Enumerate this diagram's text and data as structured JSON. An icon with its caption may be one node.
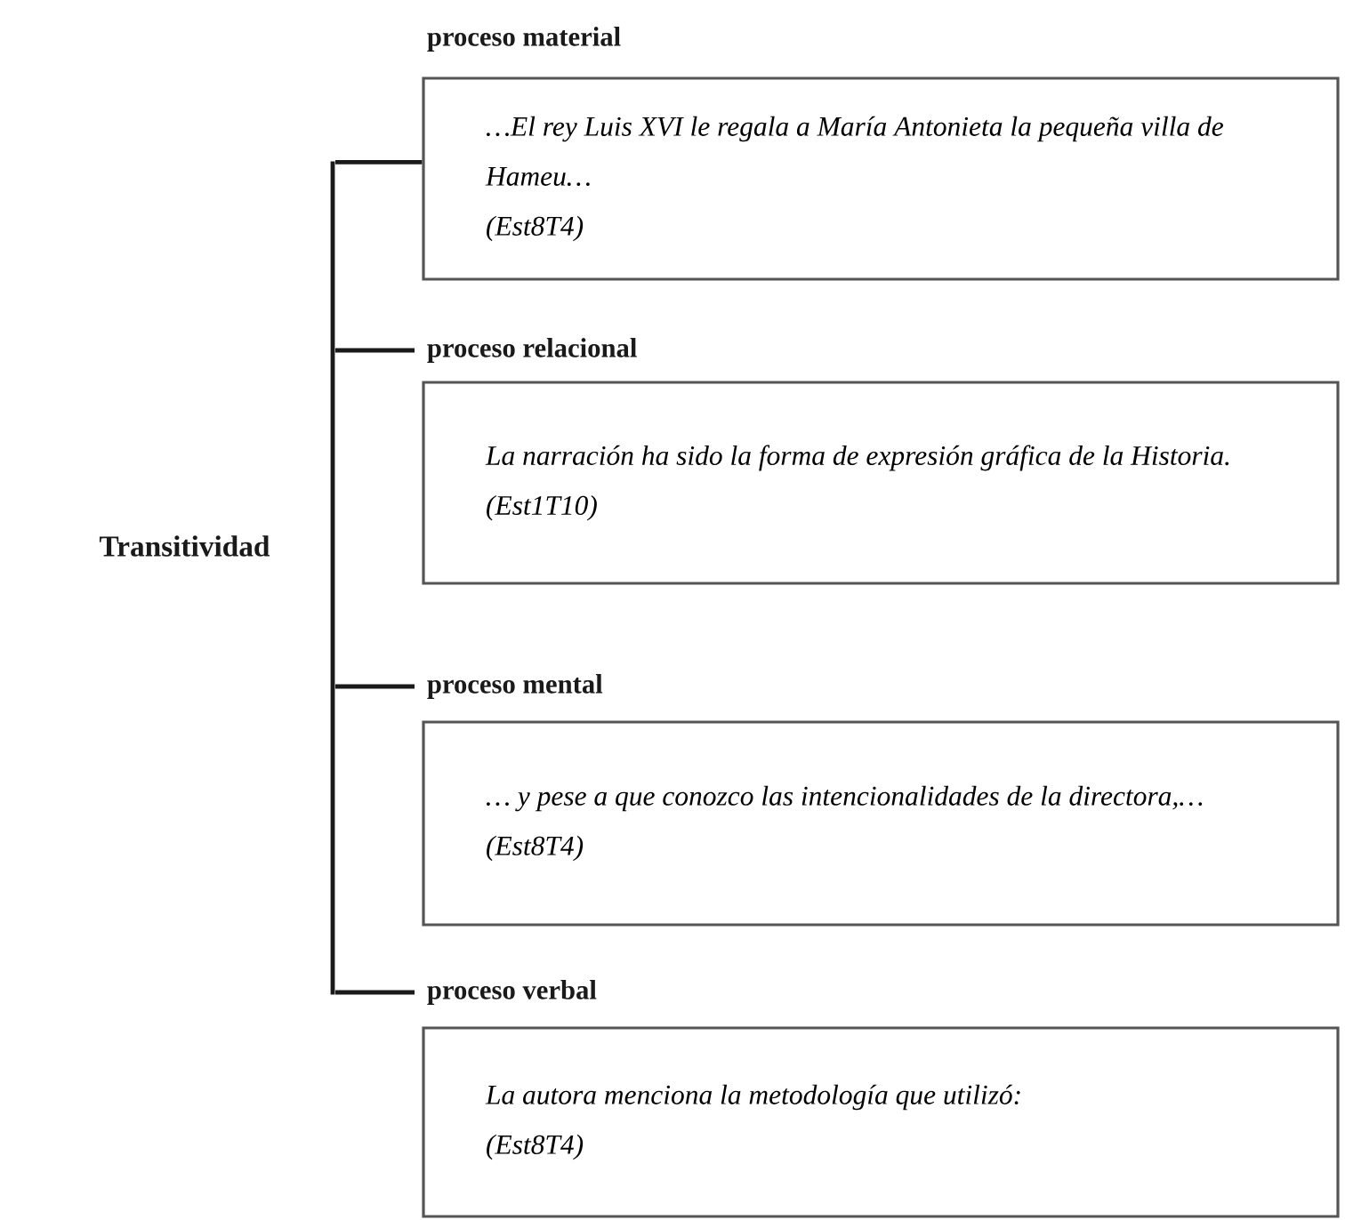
{
  "diagram": {
    "nodes": [
      {
        "text": [
          "Transitividad"
        ]
      },
      {
        "text": [
          "proceso material",
          "…El rey Luis XVI le regala a María Antonieta la pequeña villa de Hameu…",
          "(Est8T4)"
        ]
      },
      {
        "text": [
          "proceso relacional",
          "La narración ha sido la forma de expresión gráfica de la Historia.",
          "(Est1T10)"
        ]
      },
      {
        "text": [
          "proceso mental",
          "… y pese a que conozco las intencionalidades de la directora,…",
          "(Est8T4)"
        ]
      },
      {
        "text": [
          "proceso verbal",
          "La autora menciona la metodología que utilizó:",
          "(Est8T4)"
        ]
      },
      {
        "text": [],
        "shape": "bar"
      }
    ],
    "edges": [
      {
        "from": 5,
        "to": 1,
        "arrow": "none"
      },
      {
        "from": 5,
        "to": 2,
        "arrow": "none"
      },
      {
        "from": 5,
        "to": 3,
        "arrow": "none"
      },
      {
        "from": 5,
        "to": 4,
        "arrow": "none"
      }
    ]
  }
}
